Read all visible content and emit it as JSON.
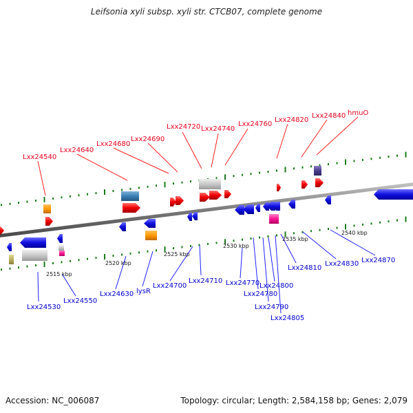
{
  "title": "Leifsonia xyli subsp. xyli str. CTCB07, complete genome",
  "footer": {
    "accession": "Accession: NC_006087",
    "summary": "Topology: circular; Length: 2,584,158 bp; Genes: 2,079"
  },
  "scale_labels": [
    "2515 kbp",
    "2520 kbp",
    "2525 kbp",
    "2530 kbp",
    "2535 kbp",
    "2540 kbp"
  ],
  "forward_genes": [
    "Lxx24540",
    "Lxx24640",
    "Lxx24680",
    "Lxx24690",
    "Lxx24720",
    "Lxx24740",
    "Lxx24760",
    "Lxx24820",
    "Lxx24840",
    "hmuO"
  ],
  "reverse_genes": [
    "Lxx24530",
    "Lxx24550",
    "Lxx24630",
    "lysR",
    "Lxx24700",
    "Lxx24710",
    "Lxx24770",
    "Lxx24780",
    "Lxx24790",
    "Lxx24805",
    "Lxx24800",
    "Lxx24810",
    "Lxx24830",
    "Lxx24870"
  ],
  "colors": {
    "forward_label": "#e8001c",
    "reverse_label": "#0000cc",
    "backbone": "#808080",
    "tick": "#1a7a1a"
  }
}
